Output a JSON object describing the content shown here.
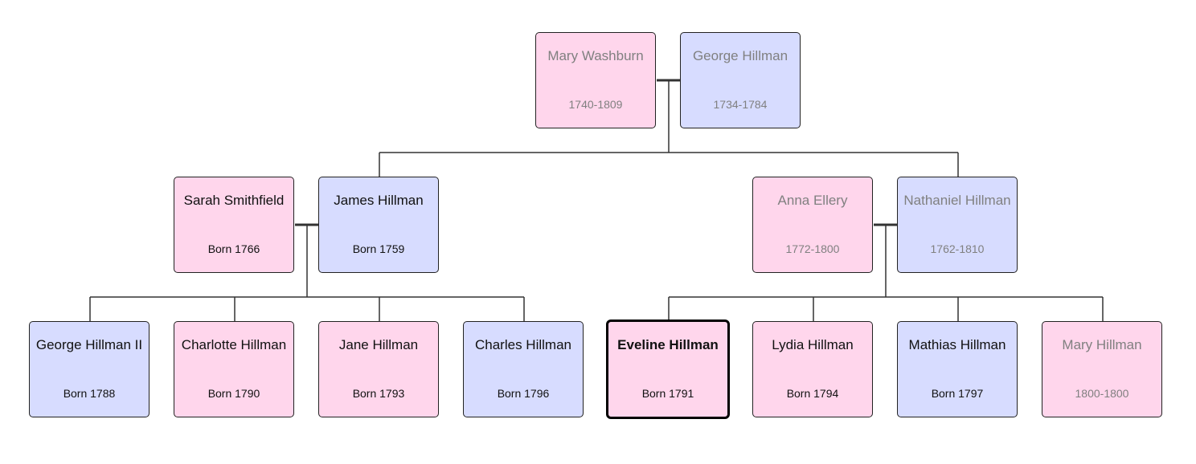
{
  "colors": {
    "female": "#ffd6ec",
    "male": "#d7dcff",
    "line": "#333333",
    "deceased_text": "#808080"
  },
  "people": [
    {
      "id": "mary-washburn",
      "name": "Mary Washburn",
      "dates": "1740-1809",
      "gender": "female",
      "deceased": true
    },
    {
      "id": "george-hillman",
      "name": "George Hillman",
      "dates": "1734-1784",
      "gender": "male",
      "deceased": true
    },
    {
      "id": "sarah-smithfield",
      "name": "Sarah Smithfield",
      "dates": "Born 1766",
      "gender": "female",
      "deceased": false
    },
    {
      "id": "james-hillman",
      "name": "James Hillman",
      "dates": "Born 1759",
      "gender": "male",
      "deceased": false
    },
    {
      "id": "anna-ellery",
      "name": "Anna Ellery",
      "dates": "1772-1800",
      "gender": "female",
      "deceased": true
    },
    {
      "id": "nathaniel-hillman",
      "name": "Nathaniel Hillman",
      "dates": "1762-1810",
      "gender": "male",
      "deceased": true
    },
    {
      "id": "george-hillman-ii",
      "name": "George Hillman II",
      "dates": "Born 1788",
      "gender": "male",
      "deceased": false
    },
    {
      "id": "charlotte-hillman",
      "name": "Charlotte Hillman",
      "dates": "Born 1790",
      "gender": "female",
      "deceased": false
    },
    {
      "id": "jane-hillman",
      "name": "Jane Hillman",
      "dates": "Born 1793",
      "gender": "female",
      "deceased": false
    },
    {
      "id": "charles-hillman",
      "name": "Charles Hillman",
      "dates": "Born 1796",
      "gender": "male",
      "deceased": false
    },
    {
      "id": "eveline-hillman",
      "name": "Eveline Hillman",
      "dates": "Born 1791",
      "gender": "female",
      "deceased": false,
      "selected": true
    },
    {
      "id": "lydia-hillman",
      "name": "Lydia Hillman",
      "dates": "Born 1794",
      "gender": "female",
      "deceased": false
    },
    {
      "id": "mathias-hillman",
      "name": "Mathias Hillman",
      "dates": "Born 1797",
      "gender": "male",
      "deceased": false
    },
    {
      "id": "mary-hillman",
      "name": "Mary Hillman",
      "dates": "1800-1800",
      "gender": "female",
      "deceased": true
    }
  ]
}
